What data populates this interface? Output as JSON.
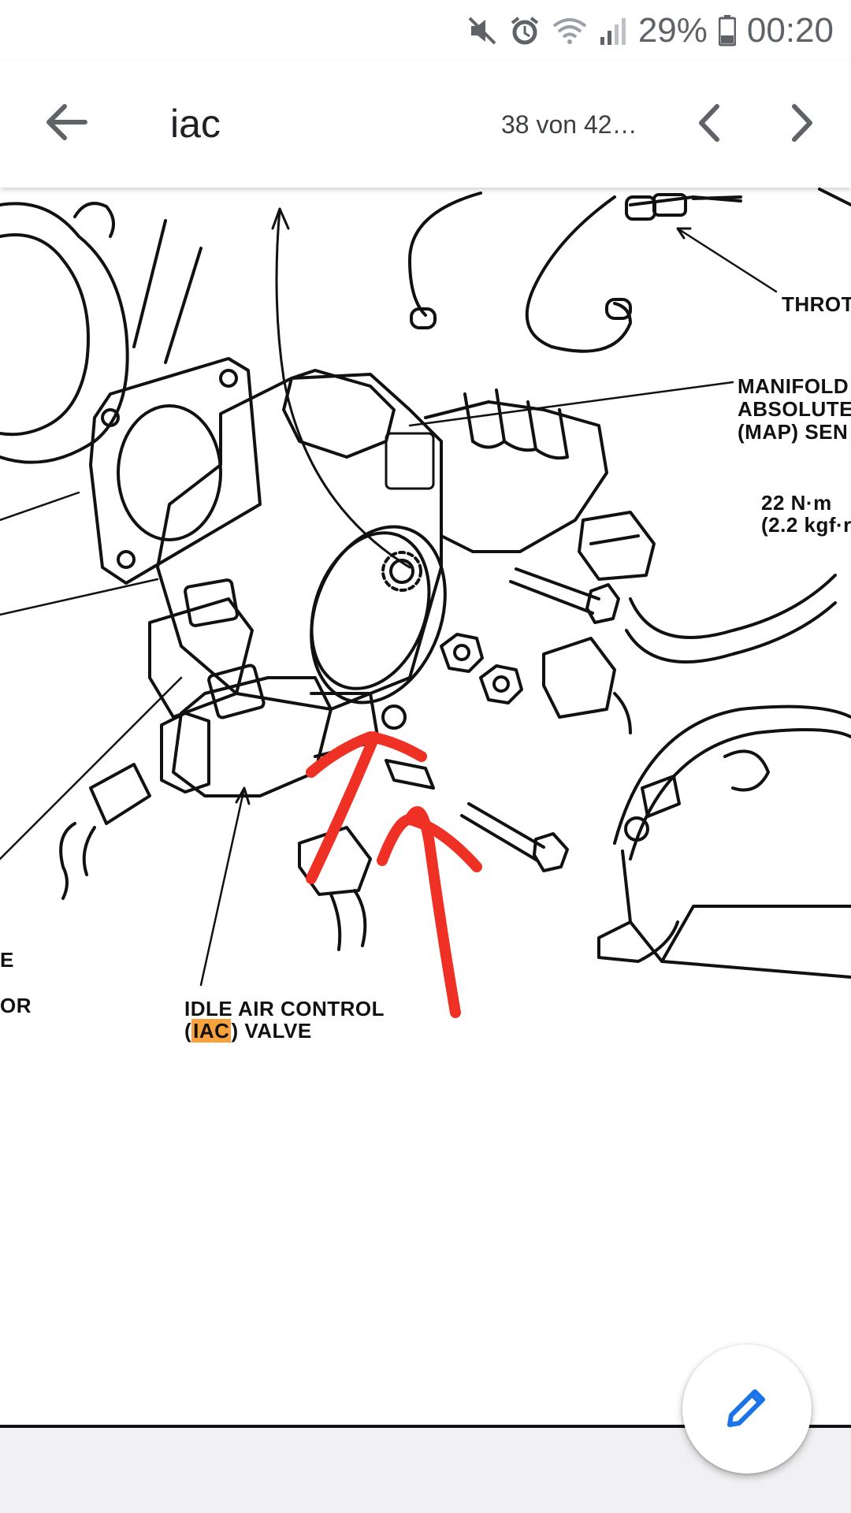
{
  "status_bar": {
    "battery_percent": "29%",
    "time": "00:20"
  },
  "toolbar": {
    "search_term": "iac",
    "match_counter": "38 von 42…",
    "icons": [
      "back-arrow-icon",
      "chevron-left-icon",
      "chevron-right-icon"
    ]
  },
  "diagram": {
    "labels": {
      "throttle": "THROT",
      "map_line1": "MANIFOLD",
      "map_line2": "ABSOLUTE",
      "map_line3": "(MAP) SEN",
      "torque_line1": "22 N·m",
      "torque_line2": "(2.2 kgf·r",
      "left_cut1": "E",
      "left_cut2": "OR",
      "iac_line1": "IDLE AIR CONTROL",
      "iac_line2_prefix": "(",
      "iac_line2_highlight": "IAC",
      "iac_line2_suffix": ") VALVE"
    },
    "highlight_color": "#f7a23c",
    "annotation_color": "#ee3124"
  },
  "fab": {
    "icon": "pencil-edit-icon"
  }
}
